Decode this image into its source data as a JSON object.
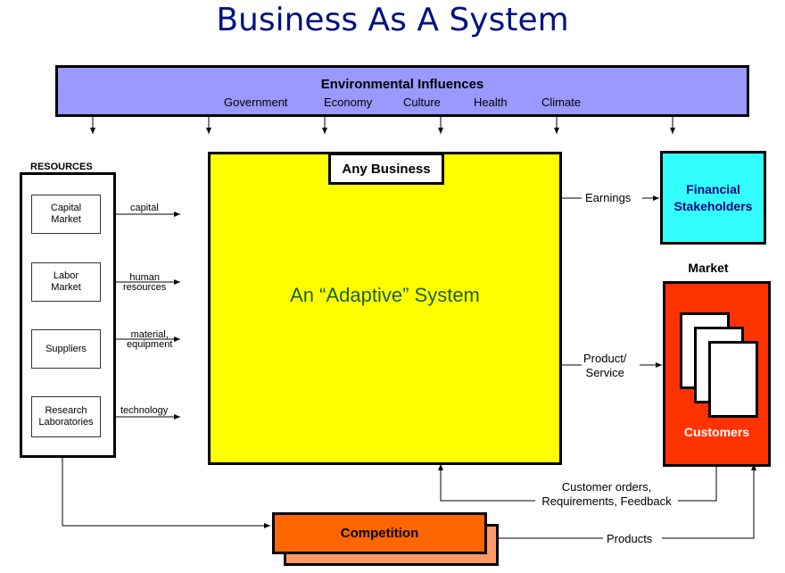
{
  "title": "Business As A System",
  "environment": {
    "title": "Environmental Influences",
    "items": [
      "Government",
      "Economy",
      "Culture",
      "Health",
      "Climate"
    ]
  },
  "resources": {
    "label": "RESOURCES",
    "items": [
      {
        "name_lines": [
          "Capital",
          "Market"
        ],
        "flow_lines": [
          "capital"
        ]
      },
      {
        "name_lines": [
          "Labor",
          "Market"
        ],
        "flow_lines": [
          "human",
          "resources"
        ]
      },
      {
        "name_lines": [
          "Suppliers"
        ],
        "flow_lines": [
          "material,",
          "equipment"
        ]
      },
      {
        "name_lines": [
          "Research",
          "Laboratories"
        ],
        "flow_lines": [
          "technology"
        ]
      }
    ]
  },
  "business": {
    "title": "Any Business",
    "subtitle": "An “Adaptive” System"
  },
  "outputs": {
    "earnings": "Earnings",
    "product_service_lines": [
      "Product/",
      "Service"
    ]
  },
  "financial_stakeholders_lines": [
    "Financial",
    "Stakeholders"
  ],
  "market": {
    "label": "Market",
    "customers": "Customers"
  },
  "feedback_lines": [
    "Customer orders,",
    "Requirements, Feedback"
  ],
  "competition": "Competition",
  "products": "Products",
  "colors": {
    "title": "#00137f",
    "environment": "#9999ff",
    "business": "#ffff00",
    "adaptive_text": "#1f5e2a",
    "financial": "#33ffff",
    "customers": "#ff3300",
    "competition": "#ff6600",
    "competition_shadow": "#ff9966"
  }
}
